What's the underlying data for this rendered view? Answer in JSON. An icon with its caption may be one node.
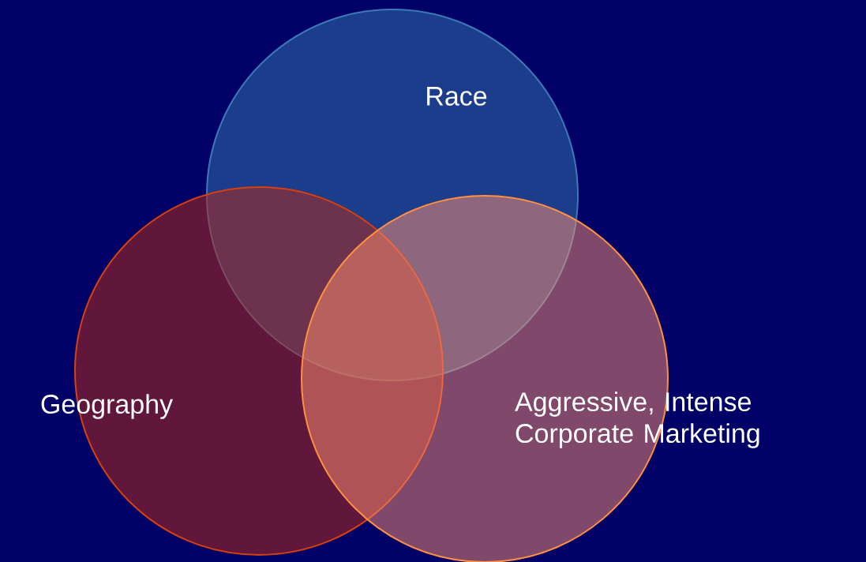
{
  "diagram": {
    "nodes": [
      {
        "text": [
          "Race"
        ]
      },
      {
        "text": [
          "Geography"
        ]
      },
      {
        "text": [
          "Aggressive, Intense Corporate Marketing"
        ]
      }
    ]
  }
}
